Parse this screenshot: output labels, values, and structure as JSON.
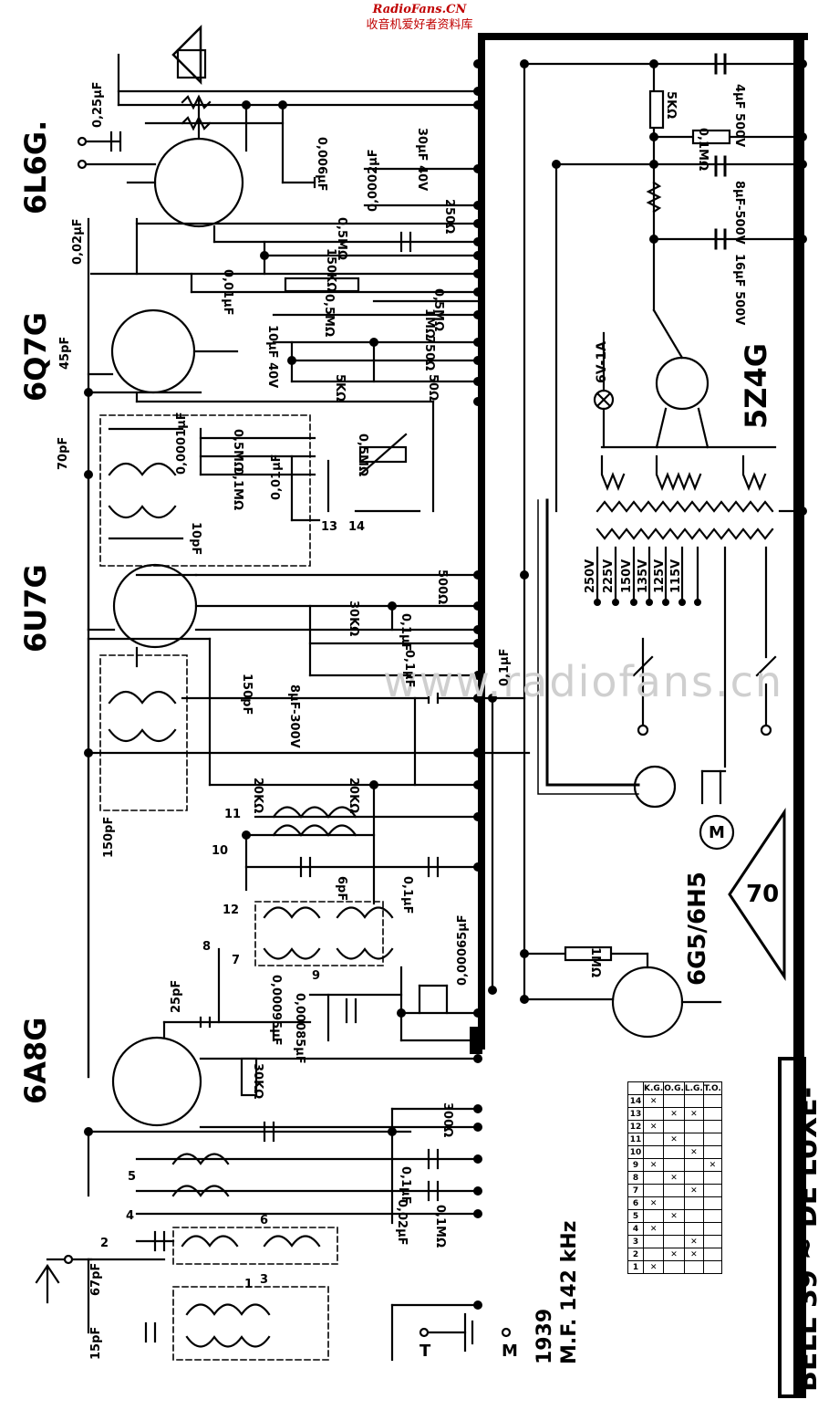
{
  "header": {
    "site": "RadioFans.CN",
    "subtitle": "收音机爱好者资料库"
  },
  "watermark": "www.radiofans.cn",
  "title": "BELL 39 ~ DE LUXE-",
  "year": "1939",
  "mf": "M.F. 142 kHz",
  "tubes": [
    "6L6G.",
    "6Q7G",
    "6U7G",
    "6A8G",
    "5Z4G",
    "6G5/6H5"
  ],
  "badge": "70",
  "lamp": "6V-1A",
  "ground_labels": {
    "t": "T",
    "m": "M"
  },
  "motor": "M",
  "transformer_taps": [
    "250V",
    "225V",
    "150V",
    "135V",
    "125V",
    "115V"
  ],
  "components": {
    "right": [
      "4µF 500V",
      "5KΩ",
      "0,1MΩ",
      "8µF-500V",
      "16µF 500V"
    ],
    "top": [
      "0,25µF",
      "0,006µF",
      "30µF 40V",
      "250Ω",
      "0,0002µF",
      "0,5MΩ",
      "150KΩ",
      "0,01µF",
      "0,5MΩ",
      "0,5MΩ",
      "1MΩ",
      "10µF 40V",
      "750Ω",
      "5KΩ",
      "50Ω",
      "0,02µF",
      "45pF"
    ],
    "mid": [
      "70pF",
      "0,0001µF",
      "0,5MΩ",
      "0,1MΩ",
      "0,01µF",
      "0,5MΩ",
      "10pF",
      "500Ω",
      "30KΩ",
      "0,1µF",
      "0,1µF",
      "0,1µF",
      "8µF-300V",
      "150pF"
    ],
    "low": [
      "20KΩ",
      "20KΩ",
      "150pF",
      "6pF",
      "0,1µF",
      "0,00065µF",
      "0,00095µF",
      "0,00085µF",
      "25pF",
      "30KΩ",
      "300Ω",
      "0,1µF",
      "0,02µF",
      "0,1MΩ",
      "67pF",
      "15pF",
      "1MΩ"
    ]
  },
  "switch_numbers": [
    "1",
    "2",
    "3",
    "4",
    "5",
    "6",
    "7",
    "8",
    "9",
    "10",
    "11",
    "12",
    "13",
    "14"
  ],
  "switch_table": {
    "columns": [
      "1",
      "2",
      "3",
      "4",
      "5",
      "6",
      "7",
      "8",
      "9",
      "10",
      "11",
      "12",
      "13",
      "14"
    ],
    "rows": [
      "K.G.",
      "O.G.",
      "L.G.",
      "T.O."
    ]
  }
}
